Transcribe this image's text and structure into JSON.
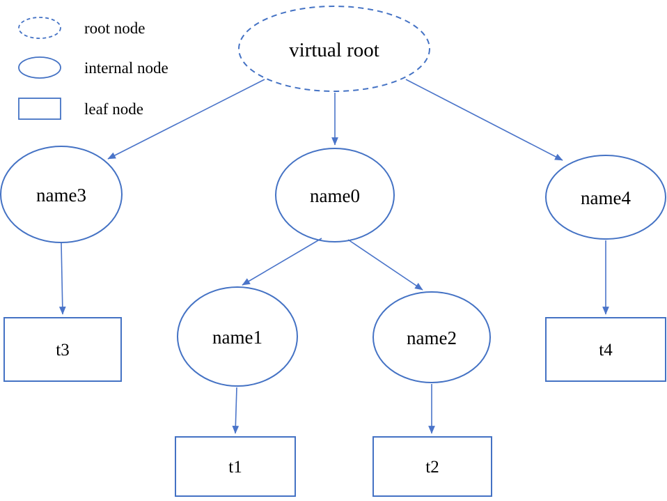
{
  "colors": {
    "stroke": "#4472c4",
    "edge": "#4a74c9",
    "text": "#000000",
    "background": "#ffffff"
  },
  "legend": {
    "items": [
      {
        "id": "root",
        "shape": "dashed-ellipse",
        "label": "root node"
      },
      {
        "id": "internal",
        "shape": "ellipse",
        "label": "internal node"
      },
      {
        "id": "leaf",
        "shape": "rectangle",
        "label": "leaf node"
      }
    ]
  },
  "tree": {
    "nodes": [
      {
        "id": "virtual_root",
        "label": "virtual root",
        "type": "root"
      },
      {
        "id": "name3",
        "label": "name3",
        "type": "internal"
      },
      {
        "id": "name0",
        "label": "name0",
        "type": "internal"
      },
      {
        "id": "name4",
        "label": "name4",
        "type": "internal"
      },
      {
        "id": "name1",
        "label": "name1",
        "type": "internal"
      },
      {
        "id": "name2",
        "label": "name2",
        "type": "internal"
      },
      {
        "id": "t3",
        "label": "t3",
        "type": "leaf"
      },
      {
        "id": "t1",
        "label": "t1",
        "type": "leaf"
      },
      {
        "id": "t2",
        "label": "t2",
        "type": "leaf"
      },
      {
        "id": "t4",
        "label": "t4",
        "type": "leaf"
      }
    ],
    "edges": [
      {
        "from": "virtual root",
        "to": "name3"
      },
      {
        "from": "virtual root",
        "to": "name0"
      },
      {
        "from": "virtual root",
        "to": "name4"
      },
      {
        "from": "name3",
        "to": "t3"
      },
      {
        "from": "name0",
        "to": "name1"
      },
      {
        "from": "name0",
        "to": "name2"
      },
      {
        "from": "name1",
        "to": "t1"
      },
      {
        "from": "name2",
        "to": "t2"
      },
      {
        "from": "name4",
        "to": "t4"
      }
    ]
  }
}
